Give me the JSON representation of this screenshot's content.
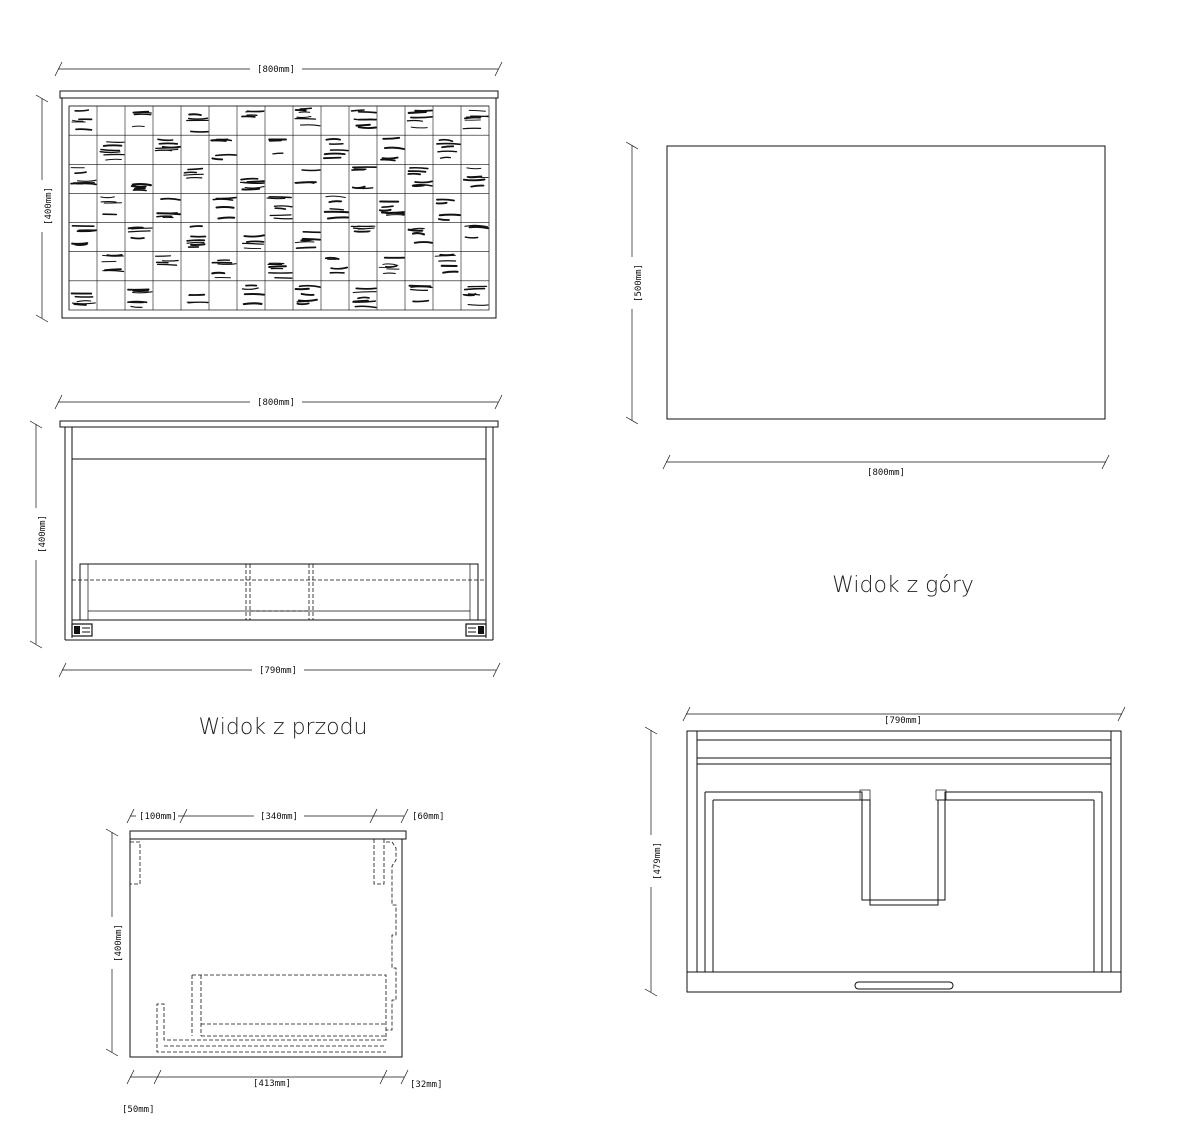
{
  "dimensions": {
    "front_top_width": "[800mm]",
    "front_height": "[400mm]",
    "inner_top_width": "[800mm]",
    "inner_height": "[400mm]",
    "inner_bottom_width": "[790mm]",
    "top_view_height": "[500mm]",
    "top_view_width": "[800mm]",
    "side_left": "[100mm]",
    "side_mid": "[340mm]",
    "side_right": "[60mm]",
    "side_height": "[400mm]",
    "side_bottom_main": "[413mm]",
    "side_bottom_right": "[32mm]",
    "side_bottom_left": "[50mm]",
    "drawer_width": "[790mm]",
    "drawer_height": "[479mm]"
  },
  "captions": {
    "top_view": "Widok z góry",
    "front_view": "Widok z przodu"
  }
}
